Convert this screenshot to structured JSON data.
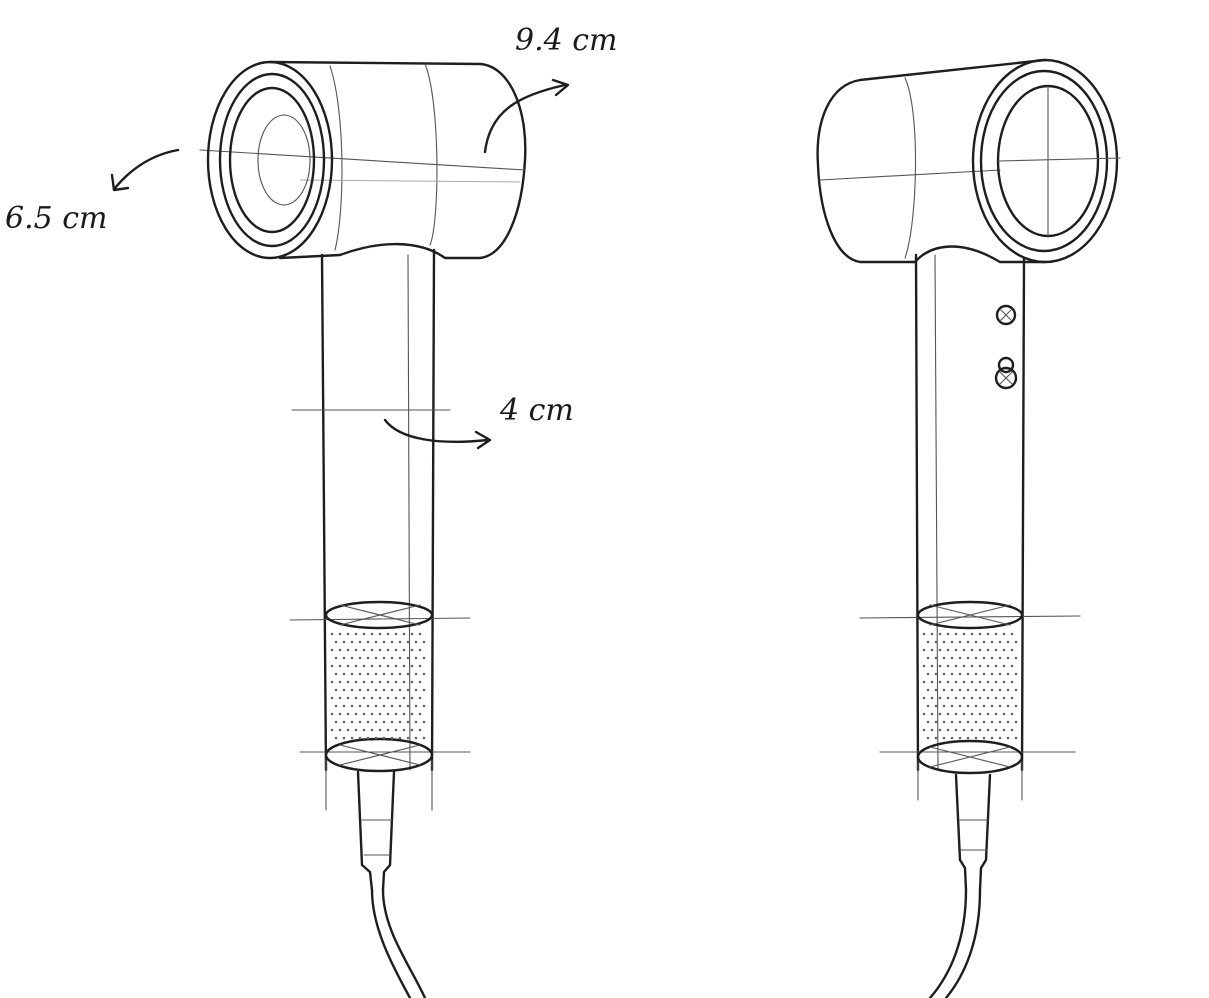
{
  "sketch": {
    "left_view": {
      "dimensions": {
        "head_length": "9.4 cm",
        "head_diameter": "6.5 cm",
        "handle_diameter": "4 cm"
      }
    },
    "right_view": {
      "buttons": 2
    }
  },
  "colors": {
    "ink": "#1e1e1e",
    "paper": "#ffffff",
    "shading": "#e6e6e6"
  }
}
